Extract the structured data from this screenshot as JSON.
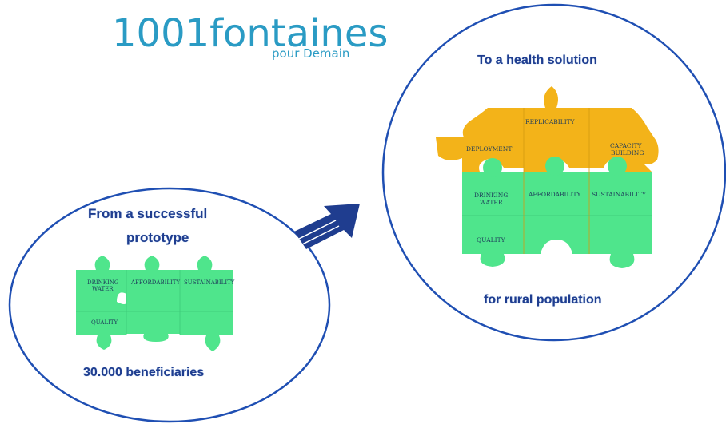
{
  "logo": {
    "main": "1001fontaines",
    "sub": "pour Demain",
    "color": "#2a9bc4"
  },
  "left_circle": {
    "title_line1": "From a successful",
    "title_line2": "prototype",
    "footer": "30.000 beneficiaries",
    "pieces": {
      "drinking_water_1": "DRINKING",
      "drinking_water_2": "WATER",
      "affordability": "AFFORDABILITY",
      "sustainability": "SUSTAINABILITY",
      "quality": "QUALITY"
    }
  },
  "right_circle": {
    "title": "To a health solution",
    "footer": "for rural population",
    "pieces": {
      "replicability": "REPLICABILITY",
      "deployment": "DEPLOYMENT",
      "capacity_1": "CAPACITY",
      "capacity_2": "BUILDING",
      "drinking_water_1": "DRINKING",
      "drinking_water_2": "WATER",
      "affordability": "AFFORDABILITY",
      "sustainability": "SUSTAINABILITY",
      "quality": "QUALITY"
    }
  },
  "colors": {
    "circle_stroke": "#1f4fb3",
    "green_piece": "#4fe58c",
    "orange_piece": "#f3b319",
    "arrow": "#1f3d8f",
    "text_dark": "#1f3d8f"
  }
}
